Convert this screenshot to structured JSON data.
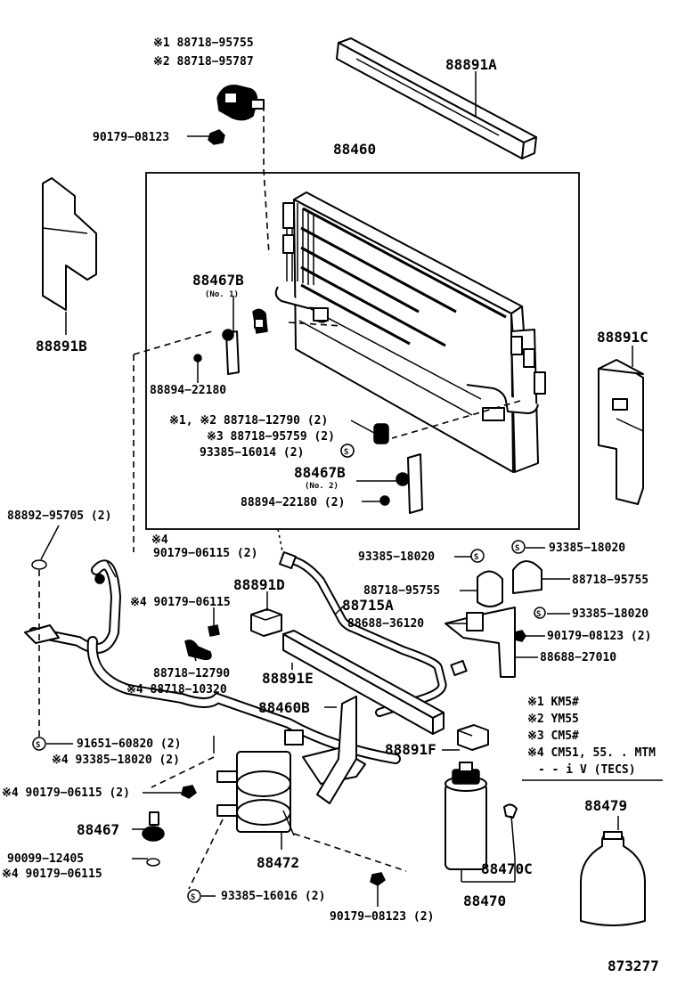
{
  "diagram": {
    "labels": {
      "p_88718_95755_top": "※1  88718−95755",
      "p_88718_95787": "※2  88718−95787",
      "p_90179_08123_top": "90179−08123",
      "p_88891A": "88891A",
      "p_88460": "88460",
      "p_88891B": "88891B",
      "p_88467B_1": "88467B",
      "p_no1": "(No. 1)",
      "p_88894_22180_a": "88894−22180",
      "p_88891C": "88891C",
      "p_88718_12790_2": "※1, ※2 88718−12790 (2)",
      "p_88718_95759_2": "※3 88718−95759 (2)",
      "p_93385_16014_2": "93385−16014 (2)",
      "p_88467B_2": "88467B",
      "p_no2": "(No. 2)",
      "p_88894_22180_b": "88894−22180 (2)",
      "p_88892_95705": "88892−95705 (2)",
      "p_s4_a": "※4",
      "p_90179_06115_2": "90179−06115 (2)",
      "p_93385_18020_a": "93385−18020",
      "p_93385_18020_b": "93385−18020",
      "p_88891D": "88891D",
      "p_90179_06115_b": "※4  90179−06115",
      "p_88718_95755_b": "88718−95755",
      "p_88718_95755_c": "88718−95755",
      "p_88715A": "88715A",
      "p_88688_36120": "88688−36120",
      "p_93385_18020_c": "93385−18020",
      "p_90179_08123_2": "90179−08123 (2)",
      "p_88718_12790": "88718−12790",
      "p_88718_10320": "※4 88718−10320",
      "p_88688_27010": "88688−27010",
      "p_88891E": "88891E",
      "p_88460B": "88460B",
      "p_91651_60820": "91651−60820 (2)",
      "p_93385_18020_2": "※4 93385−18020 (2)",
      "p_88891F": "88891F",
      "p_90179_06115_2b": "※4 90179−06115 (2)",
      "p_88467": "88467",
      "p_90099_12405": "90099−12405",
      "p_90179_06115_c": "※4  90179−06115",
      "p_88472": "88472",
      "p_88470C": "88470C",
      "p_88470": "88470",
      "p_88479": "88479",
      "p_93385_16016": "93385−16016 (2)",
      "p_90179_08123_2b": "90179−08123 (2)",
      "p_873277": "873277",
      "s_symbol": "S"
    },
    "legend": [
      "※1  KM5#",
      "※2  YM55",
      "※3  CM5#",
      "※4  CM51, 55. . MTM",
      "- -  i V   (TECS)"
    ]
  }
}
